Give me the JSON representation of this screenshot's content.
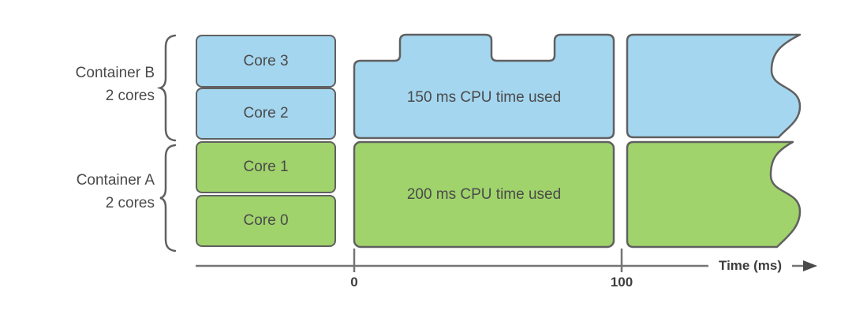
{
  "containers": [
    {
      "name": "Container B",
      "cores_label": "2 cores",
      "cores": [
        "Core 3",
        "Core 2"
      ],
      "cpu_time": "150 ms CPU time used",
      "fill_color": "#a4d6ef"
    },
    {
      "name": "Container A",
      "cores_label": "2 cores",
      "cores": [
        "Core 1",
        "Core 0"
      ],
      "cpu_time": "200 ms CPU time used",
      "fill_color": "#a0d36b"
    }
  ],
  "axis": {
    "label": "Time (ms)",
    "tick_labels": [
      "0",
      "100"
    ]
  },
  "colors": {
    "container_b_fill": "#a4d6ef",
    "container_a_fill": "#a0d36b",
    "shape_border": "#606060",
    "text": "#4a4a4a",
    "axis_line": "#757575"
  }
}
